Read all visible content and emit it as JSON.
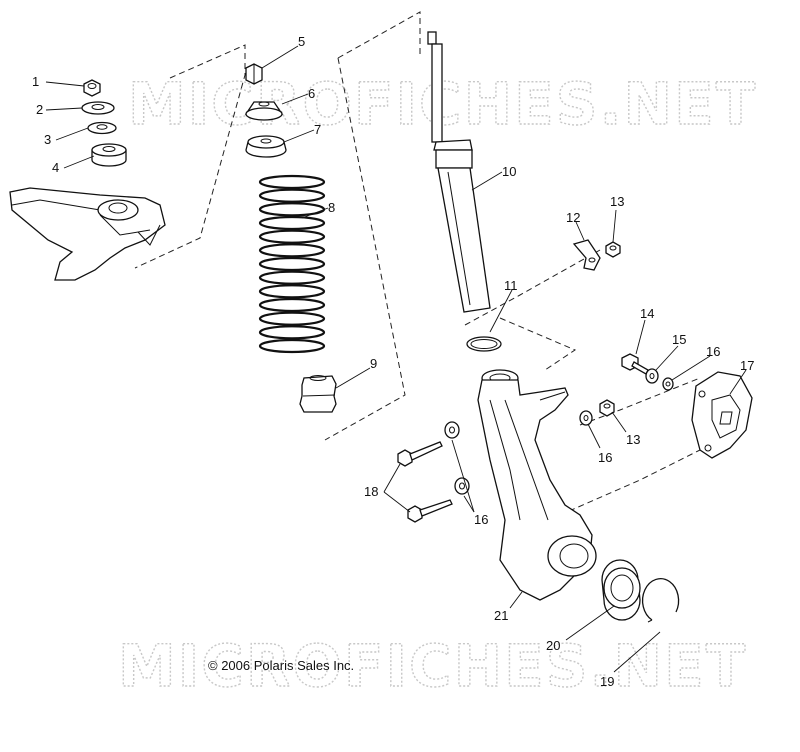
{
  "watermark": {
    "text": "MICROFICHES.NET"
  },
  "copyright": "© 2006 Polaris Sales Inc.",
  "callouts": [
    {
      "id": "c1",
      "label": "1"
    },
    {
      "id": "c2",
      "label": "2"
    },
    {
      "id": "c3",
      "label": "3"
    },
    {
      "id": "c4",
      "label": "4"
    },
    {
      "id": "c5",
      "label": "5"
    },
    {
      "id": "c6",
      "label": "6"
    },
    {
      "id": "c7",
      "label": "7"
    },
    {
      "id": "c8",
      "label": "8"
    },
    {
      "id": "c9",
      "label": "9"
    },
    {
      "id": "c10",
      "label": "10"
    },
    {
      "id": "c11",
      "label": "11"
    },
    {
      "id": "c12",
      "label": "12"
    },
    {
      "id": "c13a",
      "label": "13"
    },
    {
      "id": "c13b",
      "label": "13"
    },
    {
      "id": "c14",
      "label": "14"
    },
    {
      "id": "c15",
      "label": "15"
    },
    {
      "id": "c16a",
      "label": "16"
    },
    {
      "id": "c16b",
      "label": "16"
    },
    {
      "id": "c16c",
      "label": "16"
    },
    {
      "id": "c17",
      "label": "17"
    },
    {
      "id": "c18",
      "label": "18"
    },
    {
      "id": "c19",
      "label": "19"
    },
    {
      "id": "c20",
      "label": "20"
    },
    {
      "id": "c21",
      "label": "21"
    }
  ]
}
